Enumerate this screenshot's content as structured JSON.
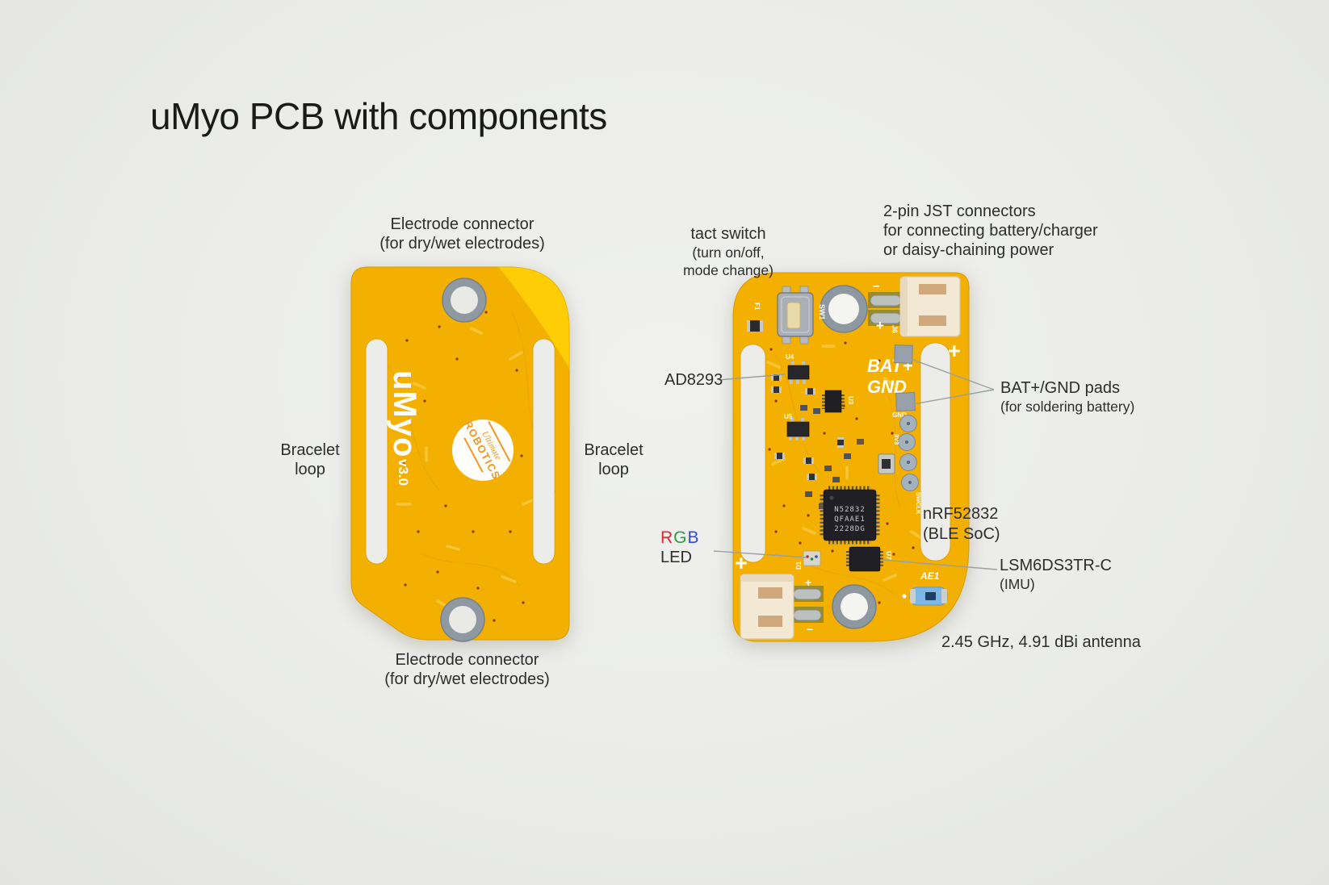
{
  "title": "uMyo PCB with components",
  "colors": {
    "background": "#ebecea",
    "pcb_yellow": "#f3b000",
    "pcb_flap": "#ffcd05",
    "silkscreen": "#fdfdf8",
    "connector_cream": "#f3e8d4",
    "chip_black": "#1f1f25",
    "antenna_blue": "#7db7e5",
    "label_text": "#2d2d2d",
    "leader_line": "#9aa0a0",
    "rgb_r": "#e3262b",
    "rgb_g": "#2e9e38",
    "rgb_b": "#2f4bdf"
  },
  "left_board": {
    "label_top": {
      "l1": "Electrode connector",
      "l2": "(for dry/wet electrodes)"
    },
    "label_bottom": {
      "l1": "Electrode connector",
      "l2": "(for dry/wet electrodes)"
    },
    "label_left": {
      "l1": "Bracelet",
      "l2": "loop"
    },
    "label_right": {
      "l1": "Bracelet",
      "l2": "loop"
    },
    "silk": {
      "name": "uMyo",
      "version": "v3.0",
      "logo_script": "Ultimate",
      "logo_word": "ROBOTICS"
    }
  },
  "right_board": {
    "labels": {
      "tact": {
        "l1": "tact switch",
        "l2": "(turn on/off,",
        "l3": "mode change)"
      },
      "jst": {
        "l1": "2-pin JST connectors",
        "l2": "for connecting battery/charger",
        "l3": "or daisy-chaining power"
      },
      "ad8293": "AD8293",
      "pads": {
        "l1": "BAT+/GND pads",
        "l2": "(for soldering battery)"
      },
      "rgb": {
        "r": "R",
        "g": "G",
        "b": "B",
        "l2": "LED"
      },
      "nrf": {
        "l1": "nRF52832",
        "l2": "(BLE SoC)"
      },
      "imu": {
        "l1": "LSM6DS3TR-C",
        "l2": "(IMU)"
      },
      "antenna": "2.45 GHz, 4.91 dBi antenna"
    },
    "silk": {
      "sw1": "SW1",
      "f1": "F1",
      "j6": "J6",
      "u3": "U3",
      "u4": "U4",
      "u5": "U5",
      "u7": "U7",
      "d1": "D1",
      "bat": "BAT+",
      "gnd": "GND",
      "pad_gnd": "GND",
      "pad_3v3": "3V3",
      "pad_swclk": "SWCLK",
      "ae1": "AE1",
      "chip1": "N52832",
      "chip2": "QFAAE1",
      "chip3": "2228DG",
      "plus": "+",
      "minus": "–"
    }
  }
}
